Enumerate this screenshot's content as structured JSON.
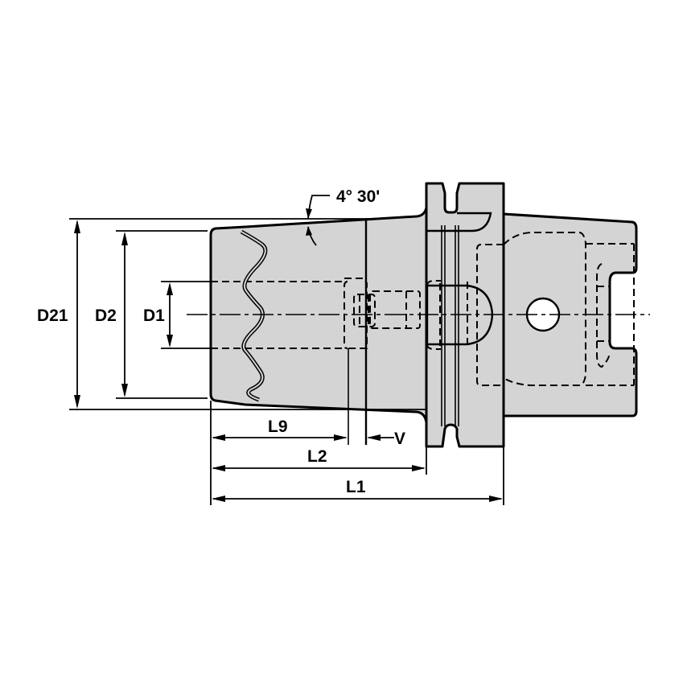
{
  "diagram": {
    "type": "technical-drawing",
    "subject": "HSK shrink-fit tool holder, side view",
    "colors": {
      "body_fill": "#d4d4d4",
      "line": "#000000",
      "background": "#ffffff"
    },
    "angle_annotation": "4° 30'",
    "diameter_labels": {
      "d21": "D21",
      "d2": "D2",
      "d1": "D1"
    },
    "length_labels": {
      "l9": "L9",
      "v": "V",
      "l2": "L2",
      "l1": "L1"
    },
    "features": [
      "tapered shrink-fit nose with breakaway wave line",
      "bore (dashed) with clamp screw",
      "flange with V-groove",
      "HSK taper shank with cross hole",
      "drive slots at shank end",
      "centerline"
    ]
  }
}
